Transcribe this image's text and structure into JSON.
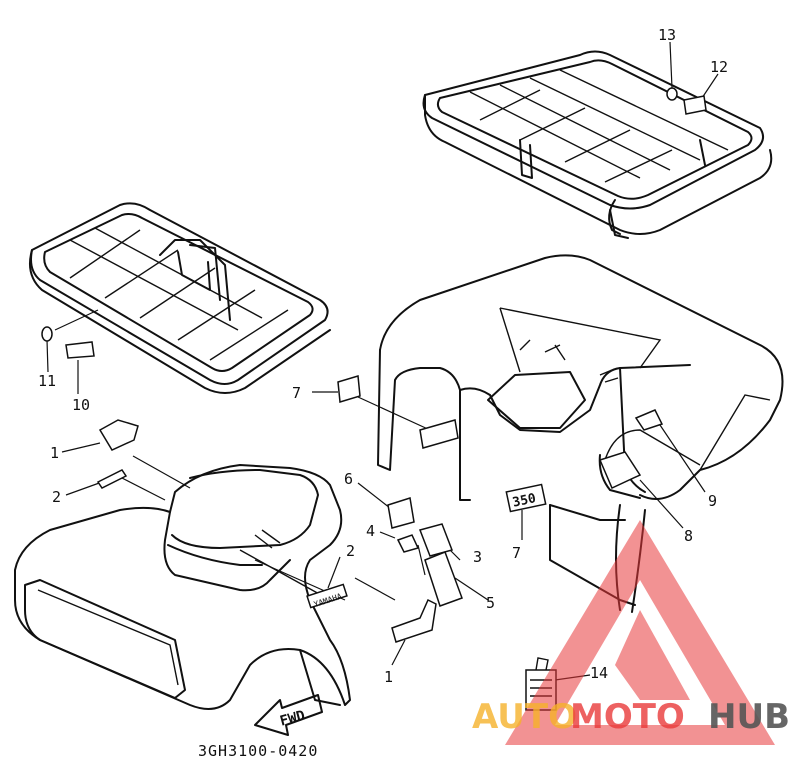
{
  "diagram": {
    "part_code": "3GH3100-0420",
    "fwd_label": "FWD",
    "callouts": [
      {
        "id": "c1a",
        "label": "1"
      },
      {
        "id": "c2a",
        "label": "2"
      },
      {
        "id": "c2b",
        "label": "2"
      },
      {
        "id": "c1b",
        "label": "1"
      },
      {
        "id": "c3",
        "label": "3"
      },
      {
        "id": "c4",
        "label": "4"
      },
      {
        "id": "c5",
        "label": "5"
      },
      {
        "id": "c6",
        "label": "6"
      },
      {
        "id": "c7a",
        "label": "7"
      },
      {
        "id": "c7b",
        "label": "7"
      },
      {
        "id": "c8",
        "label": "8"
      },
      {
        "id": "c9",
        "label": "9"
      },
      {
        "id": "c10",
        "label": "10"
      },
      {
        "id": "c11",
        "label": "11"
      },
      {
        "id": "c12",
        "label": "12"
      },
      {
        "id": "c13",
        "label": "13"
      },
      {
        "id": "c14",
        "label": "14"
      }
    ],
    "emblem_350": "350",
    "brand_decal": "YAMAHA"
  },
  "watermark": {
    "part1": "AUTO",
    "part2": "MOTO",
    "part3": "HUB",
    "color_orange": "#f5b12a",
    "color_red": "#e8393a",
    "color_gray": "#555555"
  }
}
